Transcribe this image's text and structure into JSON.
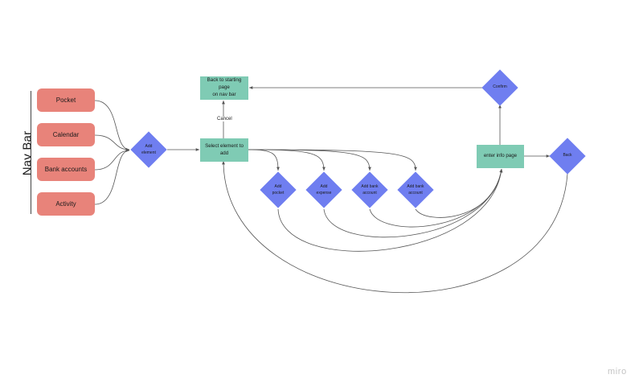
{
  "colors": {
    "nav_button": "#e8837a",
    "process_box": "#7fcbb4",
    "decision": "#6f7ef0",
    "connector": "#555555",
    "watermark": "#c4c4c4"
  },
  "nav": {
    "title": "Nav Bar",
    "items": [
      {
        "label": "Pocket"
      },
      {
        "label": "Calendar"
      },
      {
        "label": "Bank accounts"
      },
      {
        "label": "Activity"
      }
    ]
  },
  "nodes": {
    "add_element": {
      "line1": "Add",
      "line2": "element"
    },
    "select_element": "Select element to add",
    "back_to_start": {
      "line1": "Back to starting page",
      "line2": "on nav bar"
    },
    "cancel_label": "Cancel",
    "add_pocket": {
      "line1": "Add",
      "line2": "pocket"
    },
    "add_expense": {
      "line1": "Add",
      "line2": "expense"
    },
    "add_bank_account_1": {
      "line1": "Add bank",
      "line2": "account"
    },
    "add_bank_account_2": {
      "line1": "Add bank",
      "line2": "account"
    },
    "enter_info": "enter info page",
    "confirm": "Confirm",
    "back": "Back"
  },
  "watermark": "miro"
}
